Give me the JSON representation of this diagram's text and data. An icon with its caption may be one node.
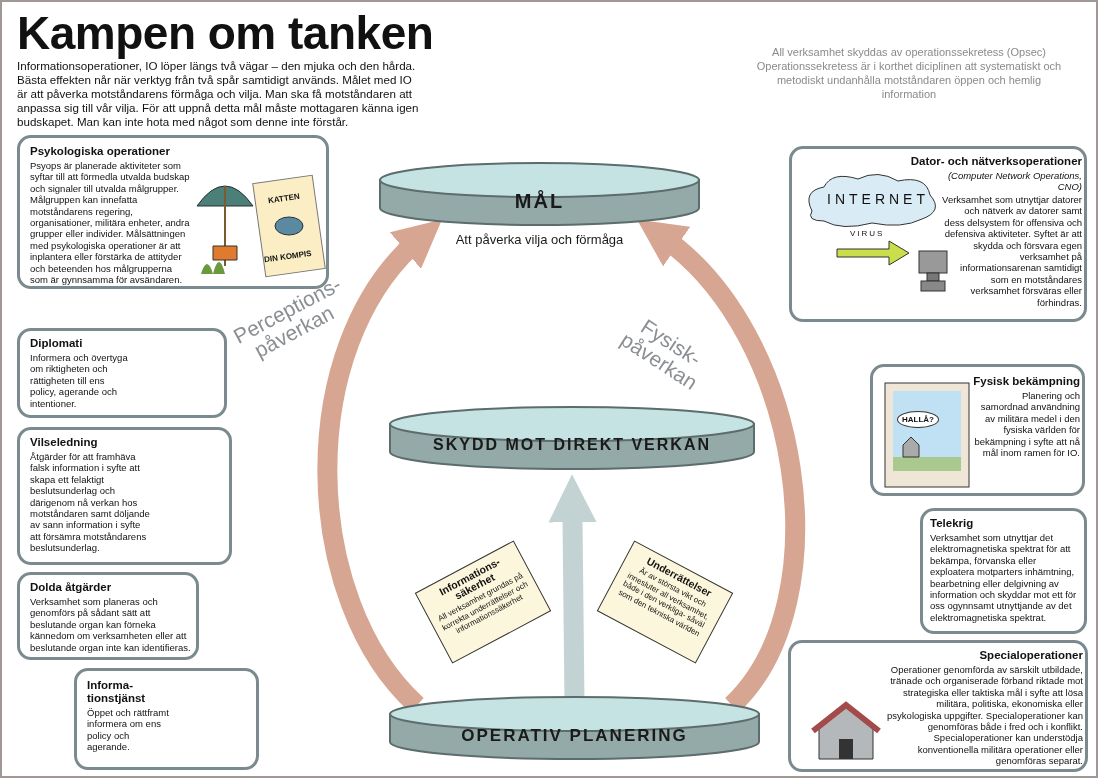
{
  "diagram": {
    "title": "Kampen om tanken",
    "nodes": [
      {
        "text": [
          "MÅL",
          "Att påverka vilja och förmåga"
        ]
      },
      {
        "text": [
          "SKYDD MOT DIREKT VERKAN"
        ]
      },
      {
        "text": [
          "OPERATIV PLANERING"
        ]
      },
      {
        "text": [
          "Psykologiska operationer",
          "Psyops är planerade aktiviteter som syftar till att förmedla utvalda budskap och signaler till utvalda målgrupper. Målgruppen kan innefatta motståndarens regering, organisationer, militära enheter, andra grupper eller individer. Målsättningen med psykologiska operationer är att inplantera eller förstärka de attityder och beteenden hos målgrupperna som är gynnsamma för avsändaren."
        ]
      },
      {
        "text": [
          "Diplomati",
          "Informera och övertyga om riktigheten och rättigheten till ens policy, agerande och intentioner."
        ]
      },
      {
        "text": [
          "Vilseledning",
          "Åtgärder för att framhäva falsk information i syfte att skapa ett felaktigt beslutsunderlag och därigenom nå verkan hos motståndaren samt döljande av sann information i syfte att försämra motståndarens beslutsunderlag."
        ]
      },
      {
        "text": [
          "Dolda åtgärder",
          "Verksamhet som planeras och genomförs på sådant sätt att beslutande organ kan förneka kännedom om verksamheten eller att beslutande organ inte kan identifieras."
        ]
      },
      {
        "text": [
          "Informa- tionstjänst",
          "Öppet och rättframt informera om ens policy och agerande."
        ]
      },
      {
        "text": [
          "Dator- och nätverksoperationer",
          "(Computer Network Operations, CNO)",
          "Verksamhet som utnyttjar datorer och nätverk av datorer samt dess delsystem för offensiva och defensiva aktiviteter. Syftet är att skydda och försvara egen verksamhet på informationsarenan samtidigt som en motståndares verksamhet försväras eller förhindras."
        ]
      },
      {
        "text": [
          "Fysisk bekämpning",
          "Planering och samordnad användning av militära medel i den fysiska världen för bekämpning i syfte att nå mål inom ramen för IO."
        ]
      },
      {
        "text": [
          "Telekrig",
          "Verksamhet som utnyttjar det elektromagnetiska spektrat för att bekämpa, förvanska eller exploatera motparters inhämtning, bearbetning eller delgivning av information och skyddar mot ett för oss ogynnsamt utnyttjande av det elektromagnetiska spektrat."
        ]
      },
      {
        "text": [
          "Specialoperationer",
          "Operationer genomförda av särskilt utbildade, tränade och organiserade förband riktade mot strategiska eller taktiska mål i syfte att lösa militära, politiska, ekonomiska eller psykologiska uppgifter. Specialoperationer kan genomföras både i fred och i konflikt. Specialoperationer kan understödja konventionella militära operationer eller genomföras separat."
        ]
      },
      {
        "text": [
          "Informations- säkerhet",
          "All verksamhet grundas på korrekta underrättelser och informationssäkerhet"
        ]
      },
      {
        "text": [
          "Underrättelser",
          "Är av största vikt och innesluter all verksamhet, både i den verkliga- såväl som den tekniska världen"
        ]
      }
    ],
    "edges": [
      {
        "from": 2,
        "to": 0,
        "arrow": "to",
        "label": "Perceptions- påverkan"
      },
      {
        "from": 2,
        "to": 0,
        "arrow": "to",
        "label": "Fysisk- påverkan"
      },
      {
        "from": 2,
        "to": 1,
        "arrow": "to",
        "color": "#c3d3d3"
      }
    ],
    "labels": [
      "Informationsoperationer, IO löper längs två vägar – den mjuka och den hårda. Bästa effekten når när verktyg från två spår samtidigt används. Målet med IO är att påverka motståndarens förmåga och vilja. Man ska få motståndaren att anpassa sig till vår vilja. För att uppnå detta mål måste mottagaren känna igen budskapet. Man kan inte hota med något som denne inte förstår.",
      "All verksamhet skyddas av operationssekretess (Opsec) Operationssekretess är i korthet diciplinen att systematiskt och metodiskt undanhålla motståndaren öppen och hemlig information",
      "KATTEN",
      "DIN KOMPIS",
      "INTERNET",
      "VIRUS",
      "HALLÅ?"
    ]
  }
}
